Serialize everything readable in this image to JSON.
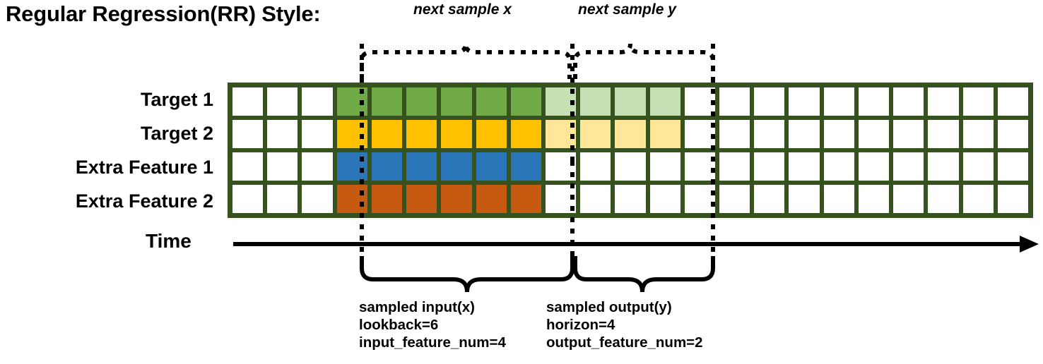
{
  "title": "Regular Regression(RR) Style:",
  "rows": [
    {
      "label": "Target 1",
      "color": "#6FAA46",
      "light": "#C5E0B4",
      "has_output": true
    },
    {
      "label": "Target 2",
      "color": "#FFC000",
      "light": "#FFE699",
      "has_output": true
    },
    {
      "label": "Extra Feature 1",
      "color": "#2B76B9",
      "light": "",
      "has_output": false
    },
    {
      "label": "Extra Feature 2",
      "color": "#C75A11",
      "light": "",
      "has_output": false
    }
  ],
  "grid": {
    "total_columns": 23,
    "leading_blank_columns": 3,
    "input_start_col": 3,
    "input_columns": 6,
    "output_start_col": 9,
    "output_columns": 4,
    "border_color": "#35521F",
    "empty_cell_color": "#FFFFFF"
  },
  "axis": {
    "time_label": "Time"
  },
  "annotations": {
    "next_sample_x": "next sample x",
    "next_sample_y": "next sample y"
  },
  "captions": {
    "input": {
      "line1": "sampled input(x)",
      "line2": "lookback=6",
      "line3": "input_feature_num=4"
    },
    "output": {
      "line1": "sampled output(y)",
      "line2": "horizon=4",
      "line3": "output_feature_num=2"
    }
  }
}
